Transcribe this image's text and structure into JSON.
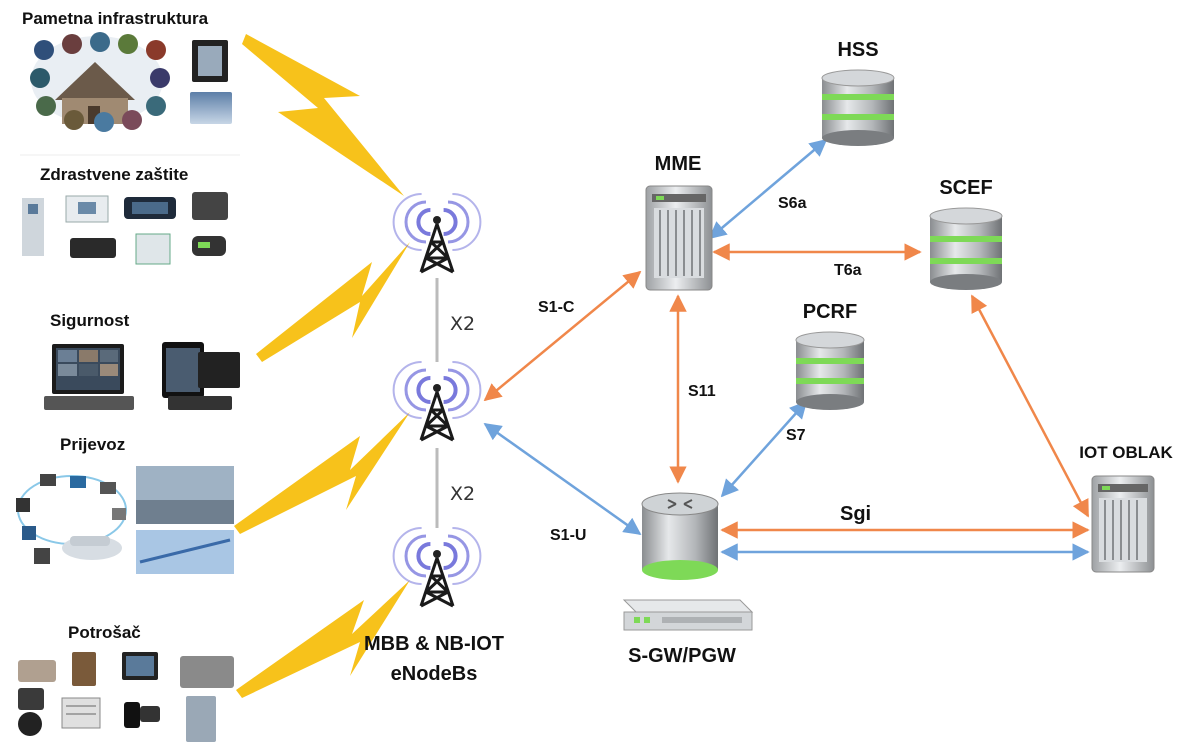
{
  "categories": [
    {
      "name": "Pametna infrastruktura",
      "icon": "smart-home-devices-icon"
    },
    {
      "name": "Zdrastvene zaštite",
      "icon": "medical-devices-icon"
    },
    {
      "name": "Sigurnost",
      "icon": "surveillance-monitors-icon"
    },
    {
      "name": "Prijevoz",
      "icon": "connected-vehicles-icon"
    },
    {
      "name": "Potrošač",
      "icon": "consumer-gadgets-icon"
    }
  ],
  "ran": {
    "label_line1": "MBB & NB-IOT",
    "label_line2": "eNodeBs",
    "x2_upper": "X2",
    "x2_lower": "X2"
  },
  "nodes": {
    "mme": "MME",
    "hss": "HSS",
    "scef": "SCEF",
    "pcrf": "PCRF",
    "gateway": "S-GW/PGW",
    "cloud": "IOT OBLAK"
  },
  "interfaces": {
    "s1c": "S1-C",
    "s1u": "S1-U",
    "s6a": "S6a",
    "t6a": "T6a",
    "s11": "S11",
    "s7": "S7",
    "sgi": "Sgi"
  },
  "colors": {
    "control_plane": "#f0874a",
    "user_plane": "#6fa3dc",
    "lightning": "#f7c21b",
    "radio_wave": "#6a6ad8",
    "db_green": "#7ed957",
    "server_gray": "#b9bcbf"
  }
}
